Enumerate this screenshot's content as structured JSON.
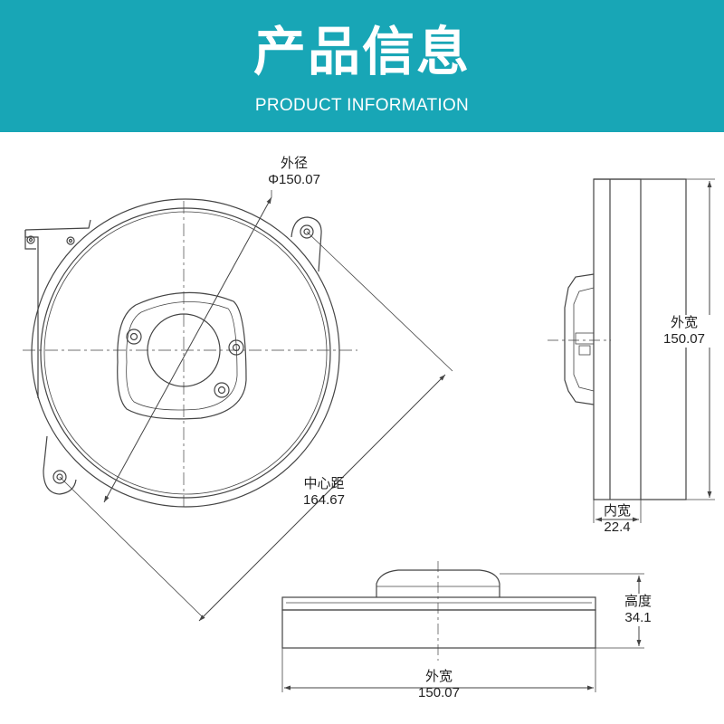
{
  "header": {
    "title": "产品信息",
    "subtitle": "PRODUCT INFORMATION",
    "background": "#18a6b6",
    "text_color": "#ffffff"
  },
  "dimensions": {
    "outer_diameter": {
      "label": "外径",
      "value": "Φ150.07"
    },
    "center_distance": {
      "label": "中心距",
      "value": "164.67"
    },
    "outer_width_side": {
      "label": "外宽",
      "value": "150.07"
    },
    "inner_width": {
      "label": "内宽",
      "value": "22.4"
    },
    "height": {
      "label": "高度",
      "value": "34.1"
    },
    "outer_width_bottom": {
      "label": "外宽",
      "value": "150.07"
    }
  },
  "line_color": "#444444"
}
